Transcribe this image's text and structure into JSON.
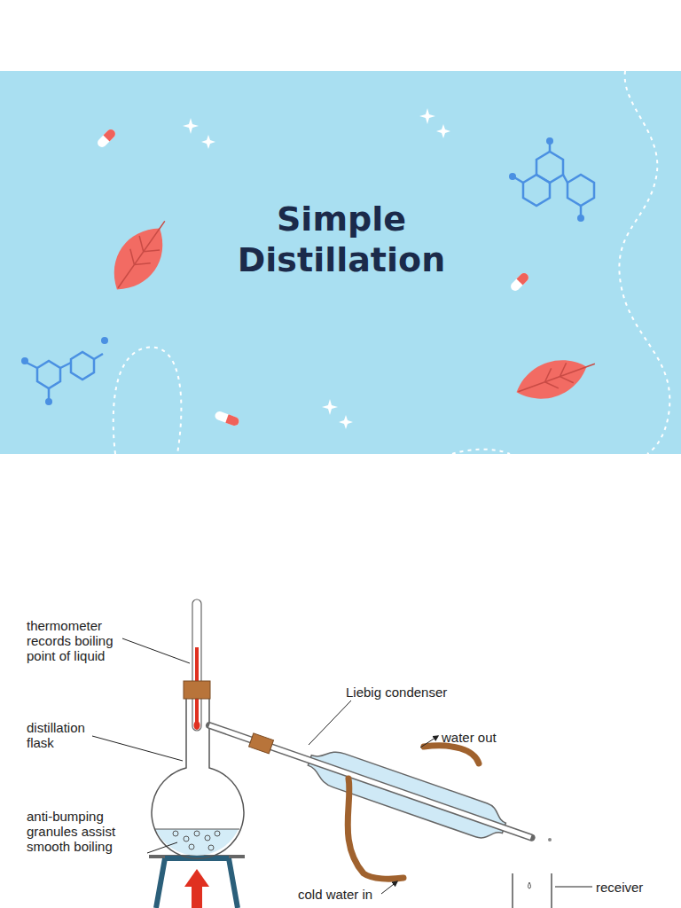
{
  "diagram": {
    "title": "Simple Distillation",
    "labels": [
      "thermometer records boiling point of liquid",
      "distillation flask",
      "anti-bumping granules assist smooth boiling",
      "Liebig condenser",
      "water out",
      "cold water in",
      "receiver"
    ]
  }
}
